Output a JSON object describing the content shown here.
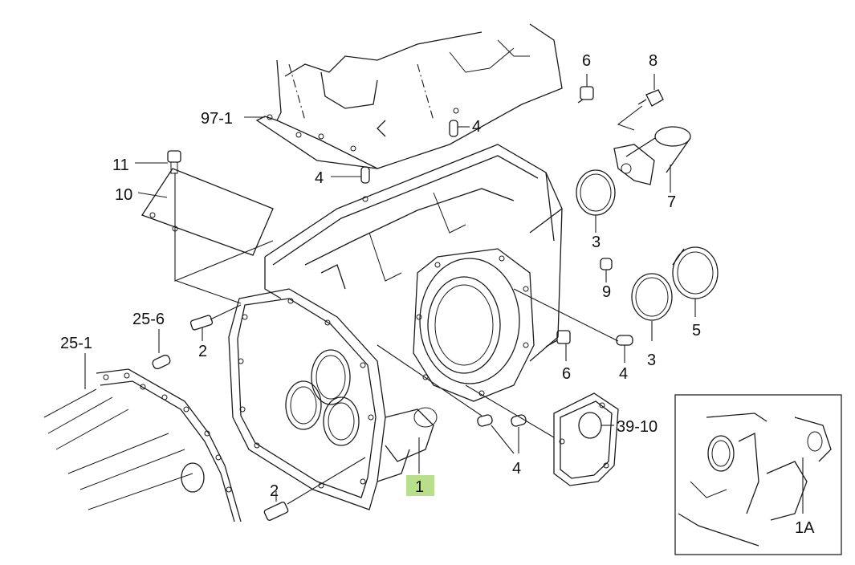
{
  "highlight_color": "#b8e08a",
  "line_color": "#1a1a1a",
  "labels": {
    "p97_1": "97-1",
    "p6_top": "6",
    "p8": "8",
    "p4_top": "4",
    "p11": "11",
    "p10_left": "10",
    "p4_mid": "4",
    "p7": "7",
    "p3_upper": "3",
    "p5": "5",
    "p9": "9",
    "p25_6": "25-6",
    "p25_1": "25-1",
    "p2_upper": "2",
    "p3_lower": "3",
    "p6_lower": "6",
    "p4_right": "4",
    "p39_10": "39-10",
    "p4_bottom": "4",
    "p1": "1",
    "p2_lower": "2",
    "p1a": "1A"
  }
}
